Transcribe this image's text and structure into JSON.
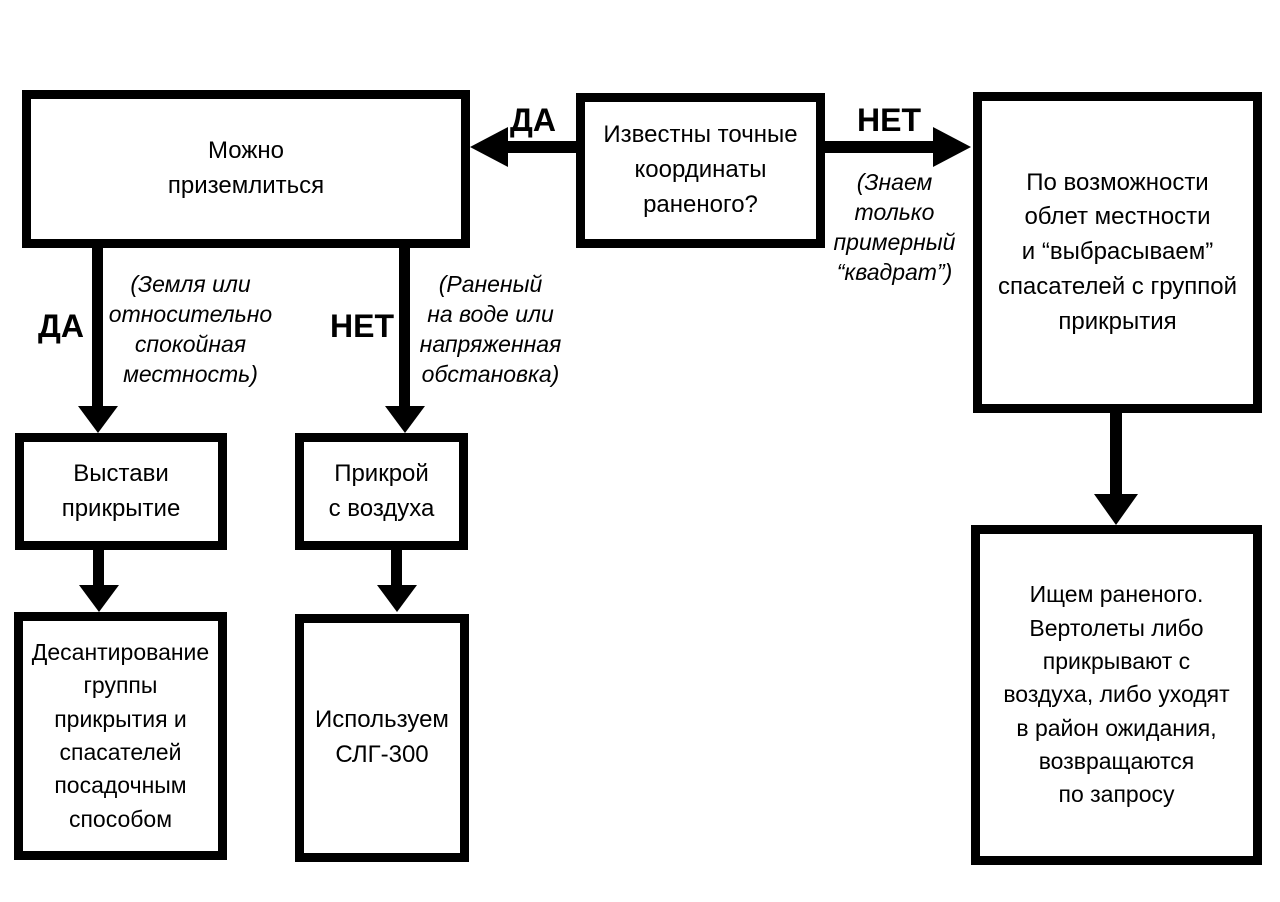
{
  "diagram": {
    "background_color": "#ffffff",
    "line_color": "#000000",
    "nodes": {
      "known_coords": {
        "text": "Известны точные\nкоординаты\nраненого?"
      },
      "can_land": {
        "text": "Можно\nприземлиться"
      },
      "flyover": {
        "text": "По возможности\nоблет местности\nи “выбрасываем”\nспасателей с группой\nприкрытия"
      },
      "set_cover": {
        "text": "Выстави\nприкрытие"
      },
      "air_cover": {
        "text": "Прикрой\nс воздуха"
      },
      "landing": {
        "text": "Десантирование\nгруппы\nприкрытия и\nспасателей\nпосадочным\nспособом"
      },
      "use_slg": {
        "text": "Используем\nСЛГ-300"
      },
      "search": {
        "text": "Ищем раненого.\nВертолеты либо\nприкрывают с\nвоздуха, либо уходят\nв район ожидания,\nвозвращаются\nпо запросу"
      }
    },
    "labels": {
      "yes_top": "ДА",
      "no_top": "НЕТ",
      "yes_left": "ДА",
      "no_mid": "НЕТ"
    },
    "notes": {
      "approx_square": "(Знаем\nтолько\nпримерный\n“квадрат”)",
      "ground": "(Земля или\nотносительно\nспокойная\nместность)",
      "water": "(Раненый\nна воде или\nнапряженная\nобстановка)"
    }
  }
}
